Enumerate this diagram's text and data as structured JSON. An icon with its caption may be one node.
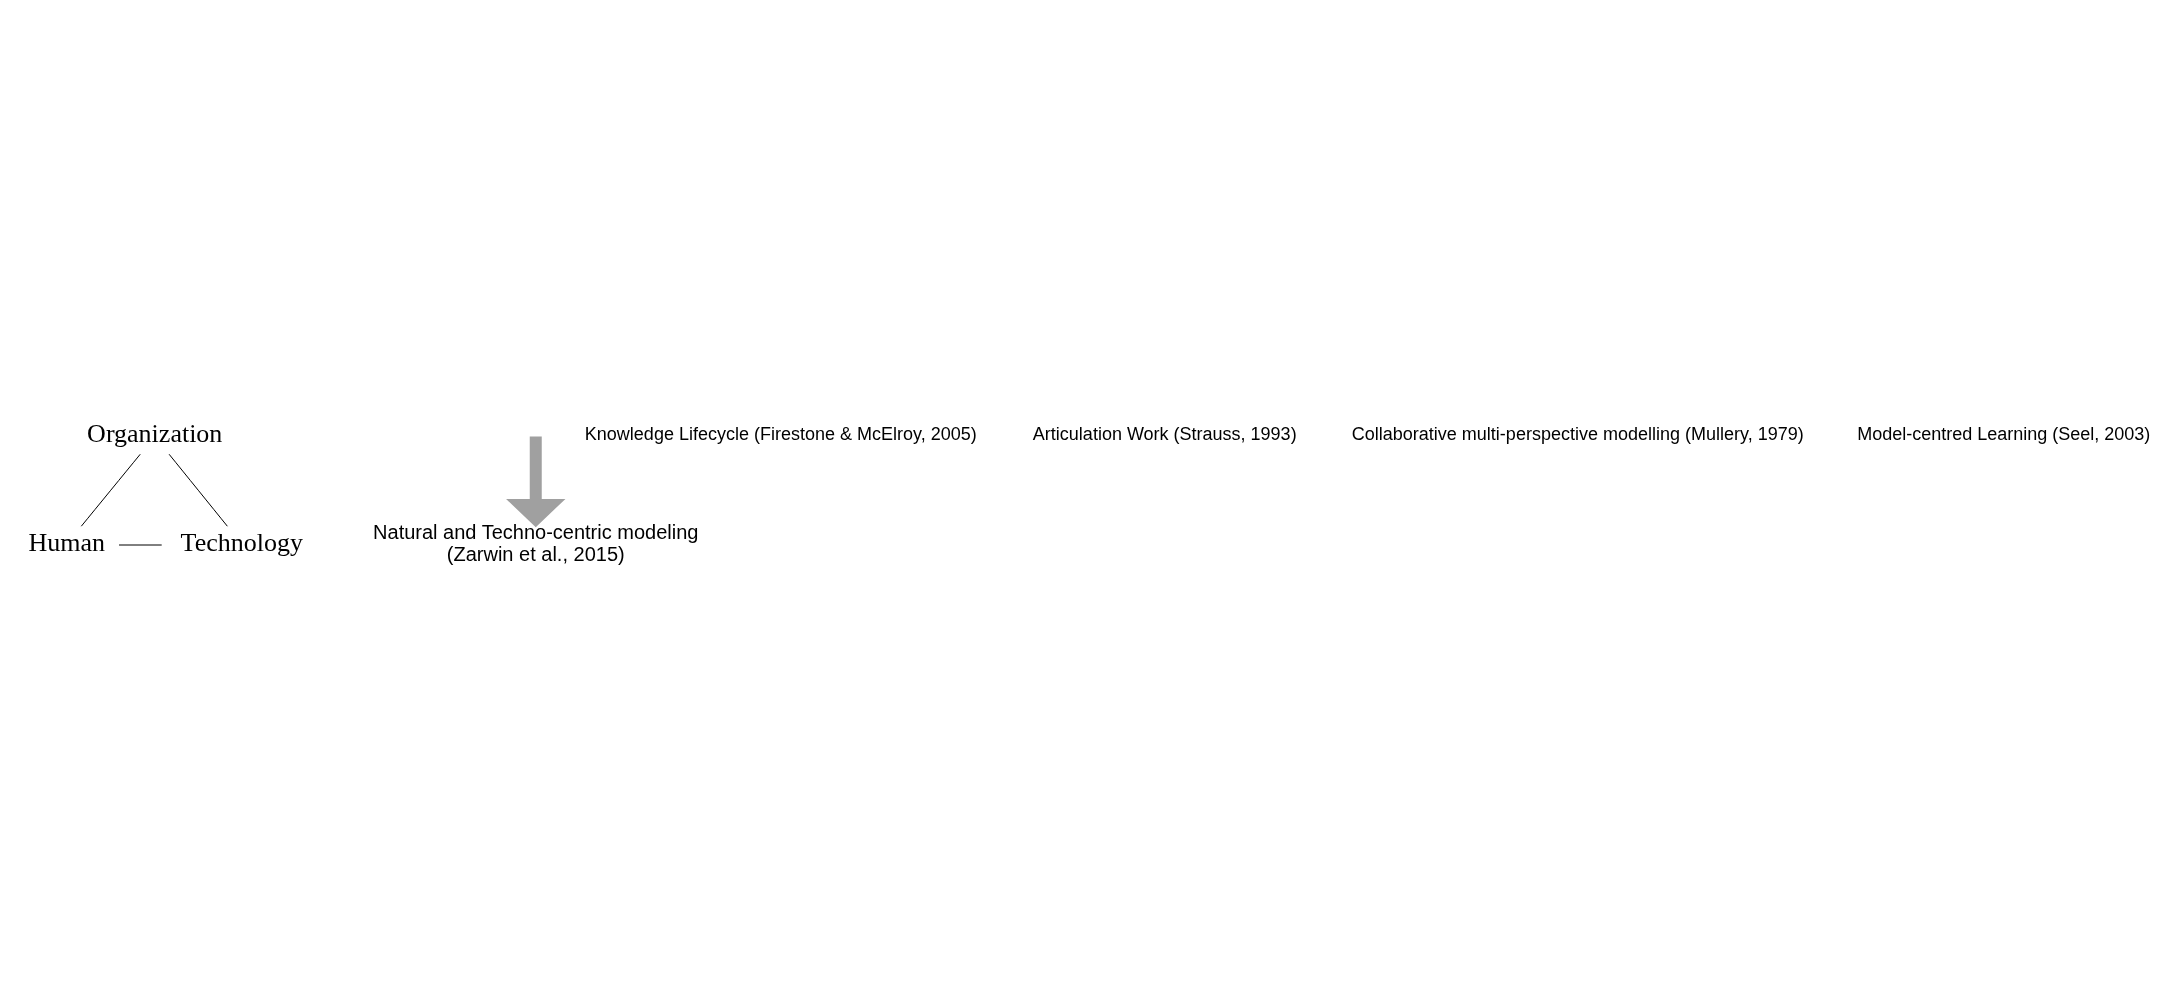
{
  "diagram": {
    "nodes": [
      {
        "text": [
          "Organization"
        ]
      },
      {
        "text": [
          "Human"
        ]
      },
      {
        "text": [
          "Technology"
        ]
      },
      {
        "text": [
          "Natural and Techno-centric modeling",
          "(Zarwin et al., 2015)"
        ]
      }
    ],
    "edges": [
      {
        "from": 0,
        "to": 1,
        "arrow": "none"
      },
      {
        "from": 0,
        "to": 2,
        "arrow": "none"
      },
      {
        "from": 1,
        "to": 2,
        "arrow": "none"
      },
      {
        "from": null,
        "to": 3,
        "arrow": "to",
        "style": "thick",
        "color": "#a0a0a0"
      }
    ],
    "labels": [
      "Knowledge Lifecycle (Firestone & McElroy, 2005)",
      "Articulation Work (Strauss, 1993)",
      "Collaborative multi-perspective modelling (Mullery, 1979)",
      "Model-centred Learning (Seel, 2003)"
    ]
  }
}
